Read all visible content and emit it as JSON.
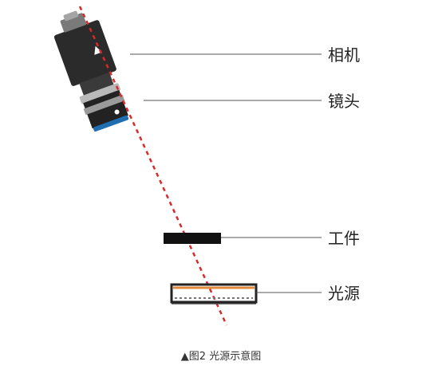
{
  "labels": {
    "camera": "相机",
    "lens": "镜头",
    "workpiece": "工件",
    "light_source": "光源"
  },
  "caption": {
    "marker": "▲",
    "text": "图2 光源示意图"
  },
  "colors": {
    "optical_axis": "#d82a2a",
    "leader_line": "#555555",
    "camera_body": "#2b2b2b",
    "lens_ring": "#9a9a9a",
    "lens_tip": "#1f6fb0",
    "light_frame": "#222222",
    "light_diffuser": "#e0893a"
  }
}
